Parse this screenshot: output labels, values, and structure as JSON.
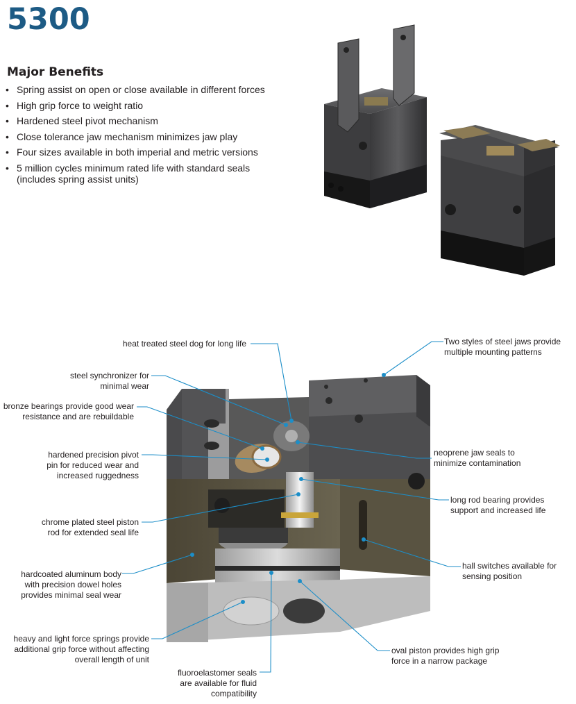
{
  "header": {
    "model": "5300"
  },
  "benefits": {
    "title": "Major Benefits",
    "items": [
      "Spring assist on open or close available in different forces",
      "High grip force to weight ratio",
      "Hardened steel pivot mechanism",
      "Close tolerance jaw mechanism minimizes jaw play",
      "Four sizes available in both imperial and metric versions",
      "5 million cycles minimum rated life with standard seals",
      "(includes spring assist units)"
    ]
  },
  "callouts": {
    "dog": "heat treated steel dog for long life",
    "jaws_1": "Two styles of steel jaws provide",
    "jaws_2": "multiple mounting patterns",
    "sync_1": "steel synchronizer for",
    "sync_2": "minimal wear",
    "bronze_1": "bronze bearings provide good wear",
    "bronze_2": "resistance and are rebuildable",
    "pivot_1": "hardened precision pivot",
    "pivot_2": "pin for reduced wear and",
    "pivot_3": "increased ruggedness",
    "neoprene_1": "neoprene jaw seals to",
    "neoprene_2": "minimize contamination",
    "rod_bearing_1": "long rod bearing provides",
    "rod_bearing_2": "support and increased life",
    "chrome_1": "chrome plated steel piston",
    "chrome_2": "rod for extended seal life",
    "hall_1": "hall switches available for",
    "hall_2": "sensing position",
    "body_1": "hardcoated aluminum body",
    "body_2": "with precision dowel holes",
    "body_3": "provides minimal seal wear",
    "springs_1": "heavy and light force springs provide",
    "springs_2": "additional grip force without affecting",
    "springs_3": "overall length of unit",
    "oval_1": "oval piston provides high grip",
    "oval_2": "force in a narrow package",
    "seals_1": "fluoroelastomer seals",
    "seals_2": "are available for fluid",
    "seals_3": "compatibility"
  },
  "colors": {
    "brand_blue": "#1d5b85",
    "leader_blue": "#1c8ec8"
  }
}
